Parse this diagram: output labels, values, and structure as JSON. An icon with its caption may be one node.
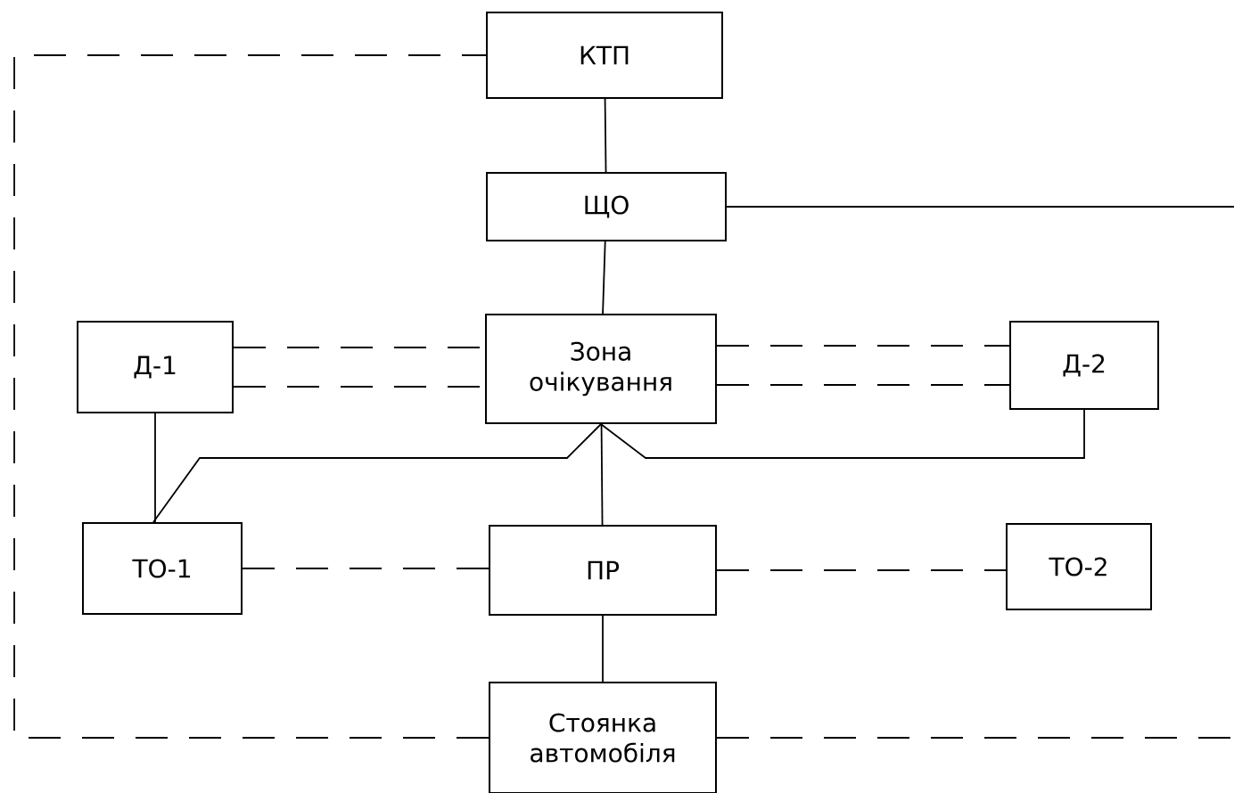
{
  "diagram": {
    "nodes": [
      {
        "text": [
          "КТП"
        ]
      },
      {
        "text": [
          "ЩО"
        ]
      },
      {
        "text": [
          "Д-1"
        ]
      },
      {
        "text": [
          "Зона очікування"
        ]
      },
      {
        "text": [
          "Д-2"
        ]
      },
      {
        "text": [
          "ТО-1"
        ]
      },
      {
        "text": [
          "ПР"
        ]
      },
      {
        "text": [
          "ТО-2"
        ]
      },
      {
        "text": [
          "Стоянка автомобіля"
        ]
      }
    ],
    "edges": [
      {
        "from": 0,
        "to": 1,
        "arrow": "none"
      },
      {
        "from": 1,
        "to": null,
        "arrow": "none"
      },
      {
        "from": 1,
        "to": 3,
        "arrow": "none"
      },
      {
        "from": 2,
        "to": 3,
        "arrow": "none",
        "style": "dashed"
      },
      {
        "from": 2,
        "to": 3,
        "arrow": "none",
        "style": "dashed"
      },
      {
        "from": 3,
        "to": 4,
        "arrow": "none",
        "style": "dashed"
      },
      {
        "from": 3,
        "to": 4,
        "arrow": "none",
        "style": "dashed"
      },
      {
        "from": 2,
        "to": 5,
        "arrow": "none"
      },
      {
        "from": 5,
        "to": 3,
        "arrow": "none"
      },
      {
        "from": 4,
        "to": 3,
        "arrow": "none"
      },
      {
        "from": 3,
        "to": 6,
        "arrow": "none"
      },
      {
        "from": 5,
        "to": 6,
        "arrow": "none",
        "style": "dashed"
      },
      {
        "from": 6,
        "to": 7,
        "arrow": "none",
        "style": "dashed"
      },
      {
        "from": 6,
        "to": 8,
        "arrow": "none"
      },
      {
        "from": 8,
        "to": 0,
        "arrow": "none",
        "style": "dashed"
      },
      {
        "from": 8,
        "to": null,
        "arrow": "none",
        "style": "dashed"
      }
    ]
  }
}
